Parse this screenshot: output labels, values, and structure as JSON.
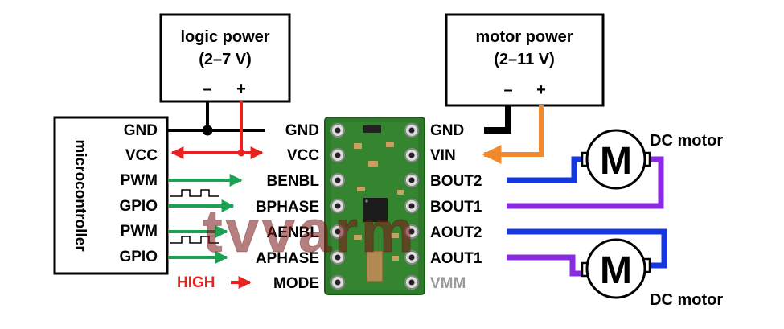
{
  "logic_power": {
    "line1": "logic power",
    "line2": "(2–7 V)",
    "minus": "–",
    "plus": "+"
  },
  "motor_power": {
    "line1": "motor power",
    "line2": "(2–11 V)",
    "minus": "–",
    "plus": "+"
  },
  "microcontroller": {
    "label": "microcontroller",
    "pins": [
      "GND",
      "VCC",
      "PWM",
      "GPIO",
      "PWM",
      "GPIO"
    ]
  },
  "board": {
    "left_pins": [
      "GND",
      "VCC",
      "BENBL",
      "BPHASE",
      "AENBL",
      "APHASE",
      "MODE"
    ],
    "right_pins": [
      "GND",
      "VIN",
      "BOUT2",
      "BOUT1",
      "AOUT2",
      "AOUT1",
      "VMM"
    ],
    "high_label": "HIGH"
  },
  "motors": {
    "top": {
      "symbol": "M",
      "label": "DC motor"
    },
    "bottom": {
      "symbol": "M",
      "label": "DC motor"
    }
  },
  "watermark": "tvvarm",
  "colors": {
    "gnd": "#000000",
    "vcc": "#e8231f",
    "signal": "#1aa151",
    "motor_vin": "#f08a2c",
    "out2": "#1537e0",
    "out1": "#8a2be2",
    "pcb": "#2d7a2a",
    "vmm_text": "#9a9a9a",
    "high_text": "#e8231f"
  }
}
